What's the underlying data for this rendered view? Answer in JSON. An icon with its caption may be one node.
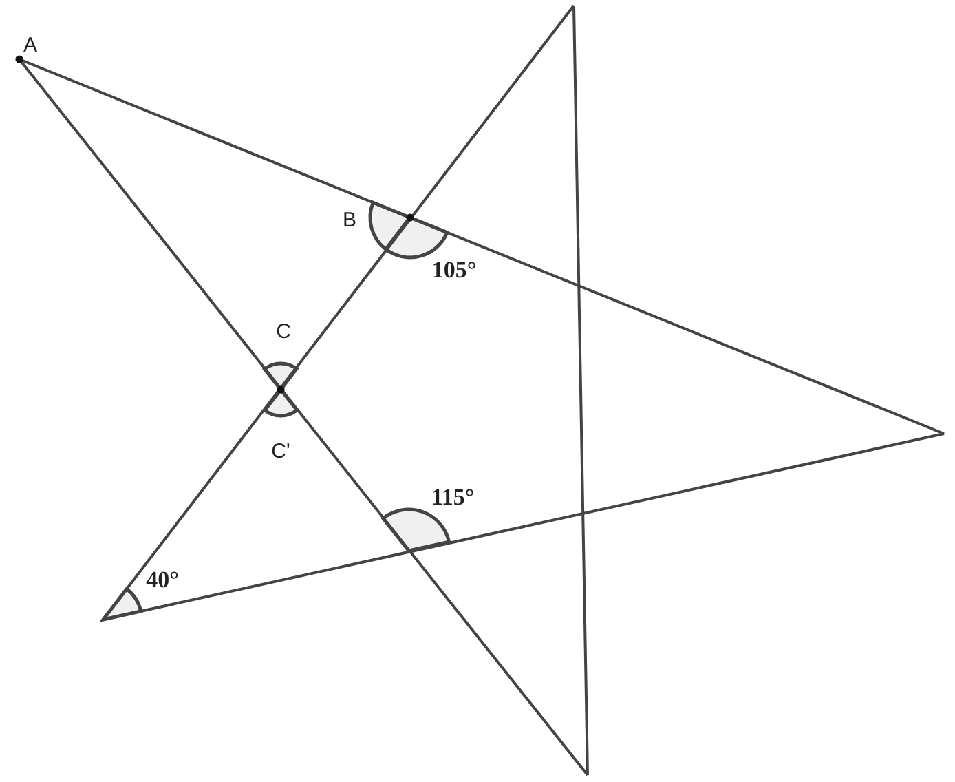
{
  "diagram": {
    "labels": [
      "A",
      "B",
      "105°",
      "C",
      "C'",
      "115°",
      "40°"
    ]
  }
}
